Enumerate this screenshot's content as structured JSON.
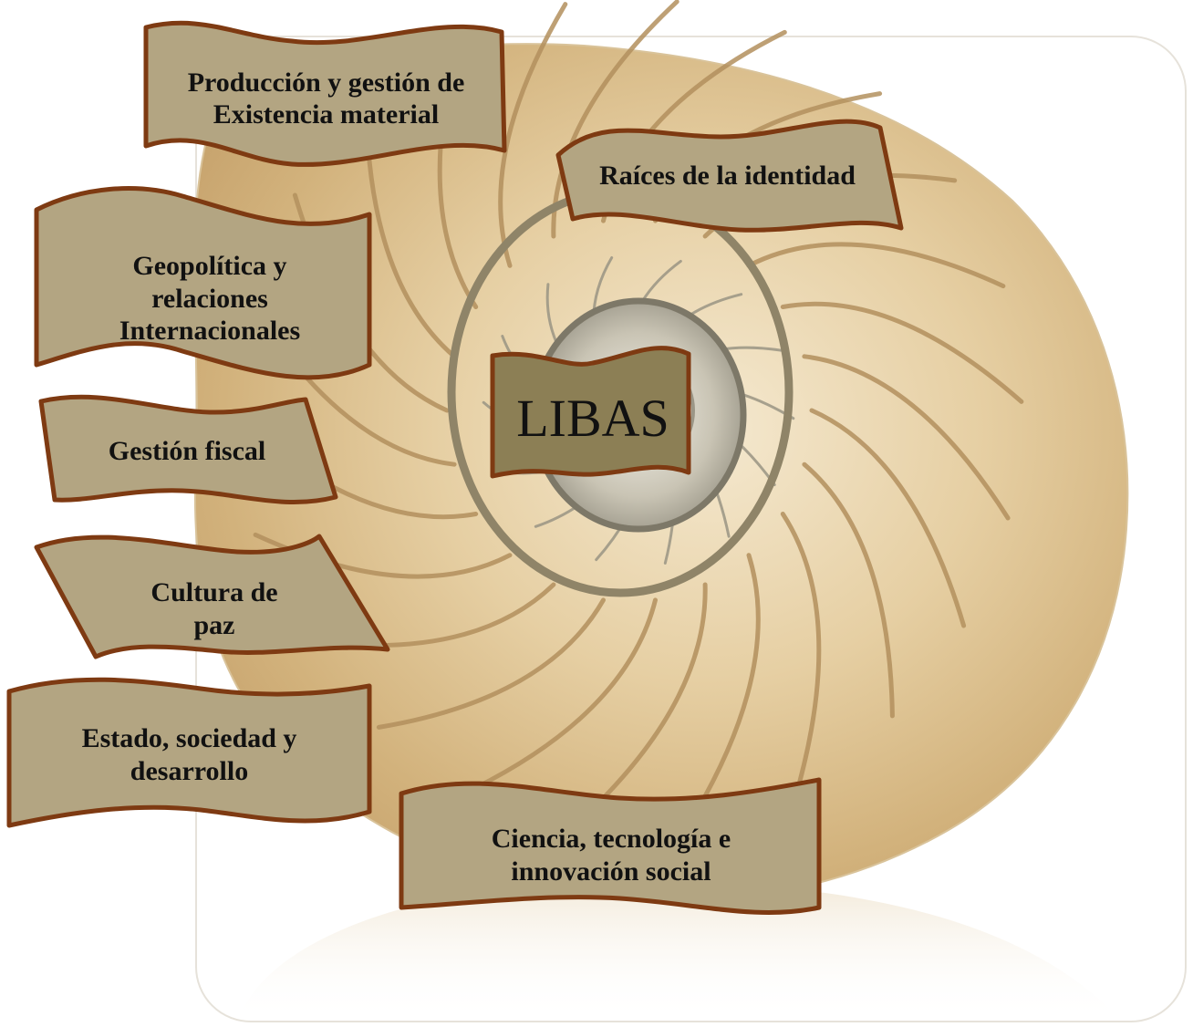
{
  "center": {
    "label": "LIBAS"
  },
  "nodes": [
    {
      "id": "produccion",
      "label": "Producción y gestión de\nExistencia material"
    },
    {
      "id": "raices",
      "label": "Raíces de la identidad"
    },
    {
      "id": "geopolitica",
      "label": "Geopolítica y\nrelaciones\nInternacionales"
    },
    {
      "id": "gestion-fiscal",
      "label": "Gestión fiscal"
    },
    {
      "id": "cultura-paz",
      "label": "Cultura de\npaz"
    },
    {
      "id": "estado",
      "label": "Estado, sociedad y\ndesarrollo"
    },
    {
      "id": "ciencia",
      "label": "Ciencia, tecnología e\ninnovación social"
    }
  ],
  "colors": {
    "banner_fill": "#b3a582",
    "banner_stroke": "#7e3a12",
    "center_fill": "#8c7f55",
    "shell_light": "#f4e7cc",
    "shell_mid": "#dcbf8c",
    "shell_dark": "#a9875a"
  }
}
